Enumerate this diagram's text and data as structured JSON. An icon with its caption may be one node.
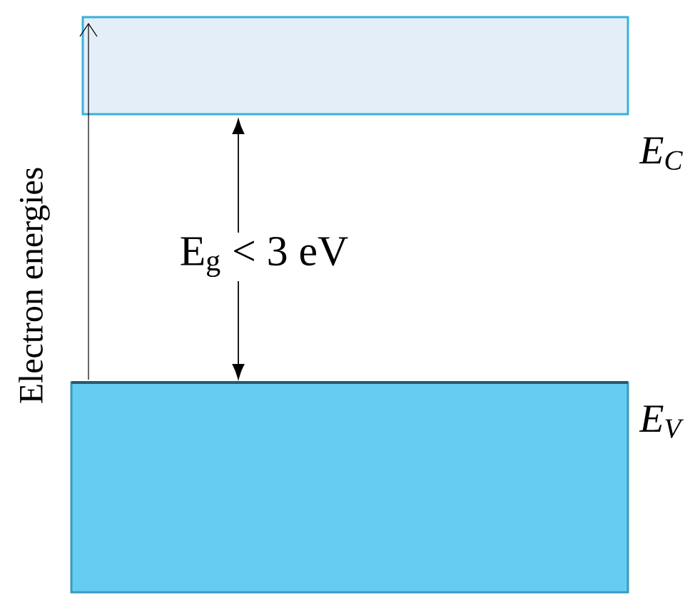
{
  "diagram": {
    "nodes": [
      {
        "text": [],
        "shape": "box",
        "beside": [
          "E$_{C}$"
        ]
      },
      {
        "text": [],
        "shape": "box",
        "beside": [
          "E$_{V}$"
        ]
      }
    ],
    "labels": [
      "Electron energies",
      "E$_{g}$ < 3 eV"
    ]
  }
}
